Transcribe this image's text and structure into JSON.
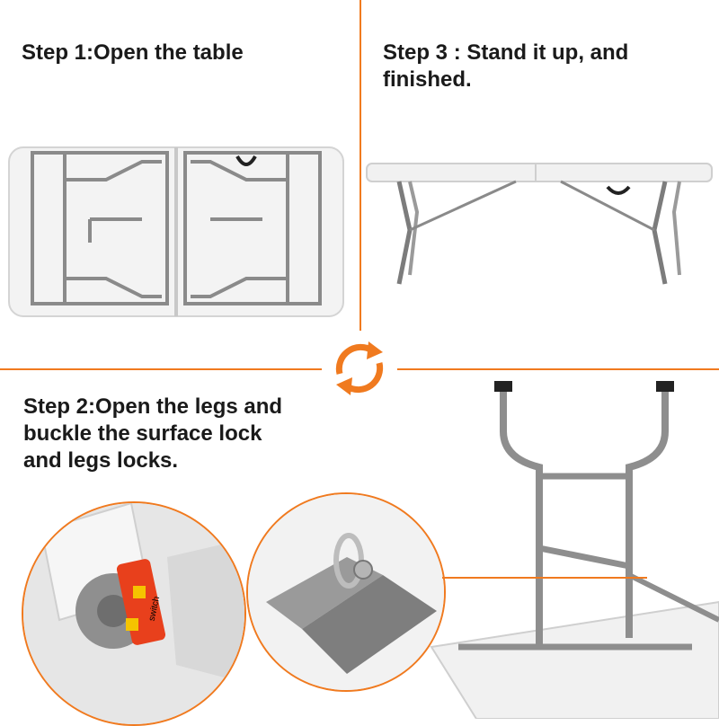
{
  "steps": {
    "step1": "Step 1:Open the table",
    "step2": "Step 2:Open the legs and\nbuckle the surface lock\nand legs locks.",
    "step3": "Step 3 : Stand it up, and\nfinished."
  },
  "lock_label": "switch",
  "colors": {
    "accent": "#f07a1f",
    "frame": "#8a8a8a",
    "tabletop": "#eeeeee",
    "lock": "#e8401c"
  },
  "icons": {
    "cycle": "cycle-arrows-icon"
  }
}
